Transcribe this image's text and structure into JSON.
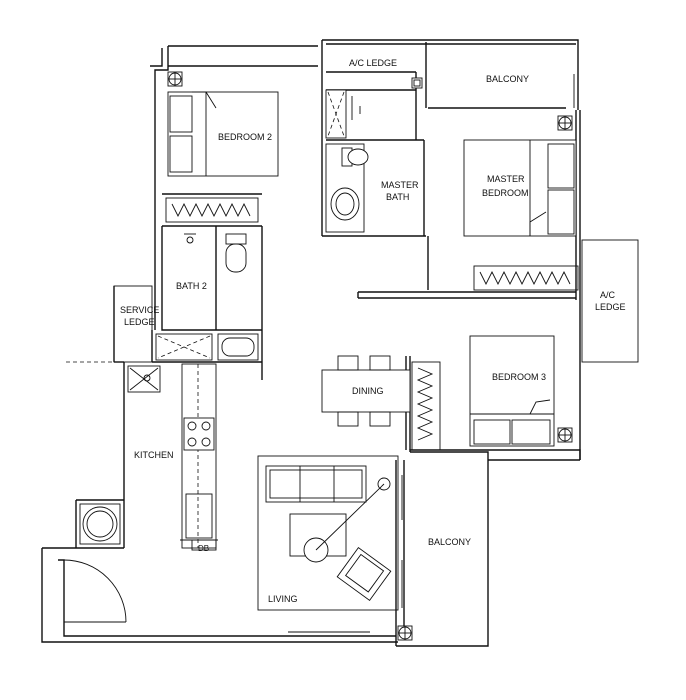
{
  "rooms": {
    "ac_ledge_top": "A/C LEDGE",
    "balcony_top": "BALCONY",
    "bedroom2": "BEDROOM 2",
    "master_bath": [
      "MASTER",
      "BATH"
    ],
    "master_bedroom": [
      "MASTER",
      "BEDROOM"
    ],
    "bath2": "BATH 2",
    "ac_ledge_right": [
      "A/C",
      "LEDGE"
    ],
    "service_ledge": [
      "SERVICE",
      "LEDGE"
    ],
    "dining": "DINING",
    "bedroom3": "BEDROOM 3",
    "kitchen": "KITCHEN",
    "balcony_bottom": "BALCONY",
    "living": "LIVING",
    "db": "DB"
  },
  "icons": [
    "ac-unit-icon",
    "wardrobe-icon",
    "toilet-icon",
    "basin-icon",
    "shower-icon",
    "stove-icon",
    "sink-icon",
    "washer-icon",
    "bed-icon",
    "sofa-icon",
    "door-swing-icon"
  ]
}
